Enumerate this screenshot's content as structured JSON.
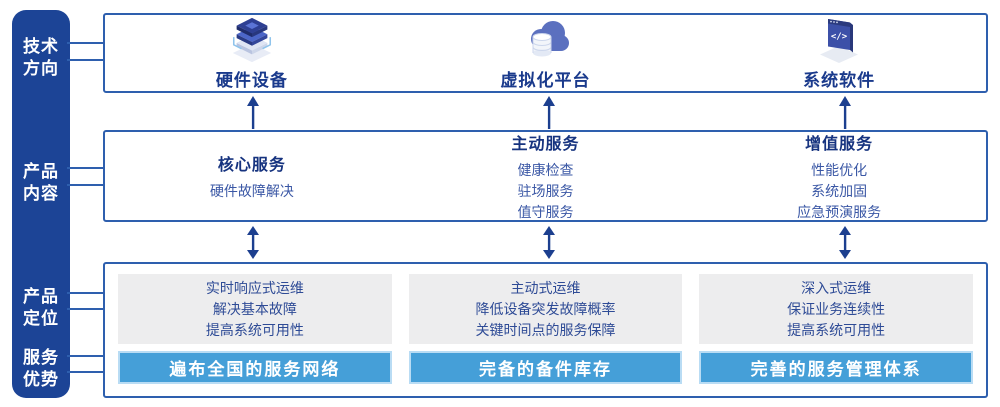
{
  "colors": {
    "sidebar_bg": "#1c4496",
    "box_border": "#2e5fae",
    "connector_line": "#2e5fae",
    "arrow": "#1c3f8f",
    "heading_text": "#16337f",
    "body_text": "#3a57a5",
    "tech_label_text": "#1a3a8c",
    "gray_card_bg": "#ededee",
    "bar_bg": "#459fd8",
    "bar_border": "#b9dcf4",
    "bar_text": "#ffffff"
  },
  "sidebar": {
    "items": [
      {
        "line1": "技术",
        "line2": "方向"
      },
      {
        "line1": "产品",
        "line2": "内容"
      },
      {
        "line1": "产品",
        "line2": "定位"
      },
      {
        "line1": "服务",
        "line2": "优势"
      }
    ]
  },
  "tech_row": {
    "items": [
      {
        "icon": "server-stack-icon",
        "label": "硬件设备"
      },
      {
        "icon": "cloud-platform-icon",
        "label": "虚拟化平台"
      },
      {
        "icon": "software-window-icon",
        "label": "系统软件"
      }
    ]
  },
  "services_row": {
    "columns": [
      {
        "title": "核心服务",
        "items": [
          "硬件故障解决"
        ]
      },
      {
        "title": "主动服务",
        "items": [
          "健康检查",
          "驻场服务",
          "值守服务"
        ]
      },
      {
        "title": "增值服务",
        "items": [
          "性能优化",
          "系统加固",
          "应急预演服务"
        ]
      }
    ]
  },
  "positioning_row": {
    "columns": [
      {
        "lines": [
          "实时响应式运维",
          "解决基本故障",
          "提高系统可用性"
        ],
        "bar": "遍布全国的服务网络"
      },
      {
        "lines": [
          "主动式运维",
          "降低设备突发故障概率",
          "关键时间点的服务保障"
        ],
        "bar": "完备的备件库存"
      },
      {
        "lines": [
          "深入式运维",
          "保证业务连续性",
          "提高系统可用性"
        ],
        "bar": "完善的服务管理体系"
      }
    ]
  }
}
